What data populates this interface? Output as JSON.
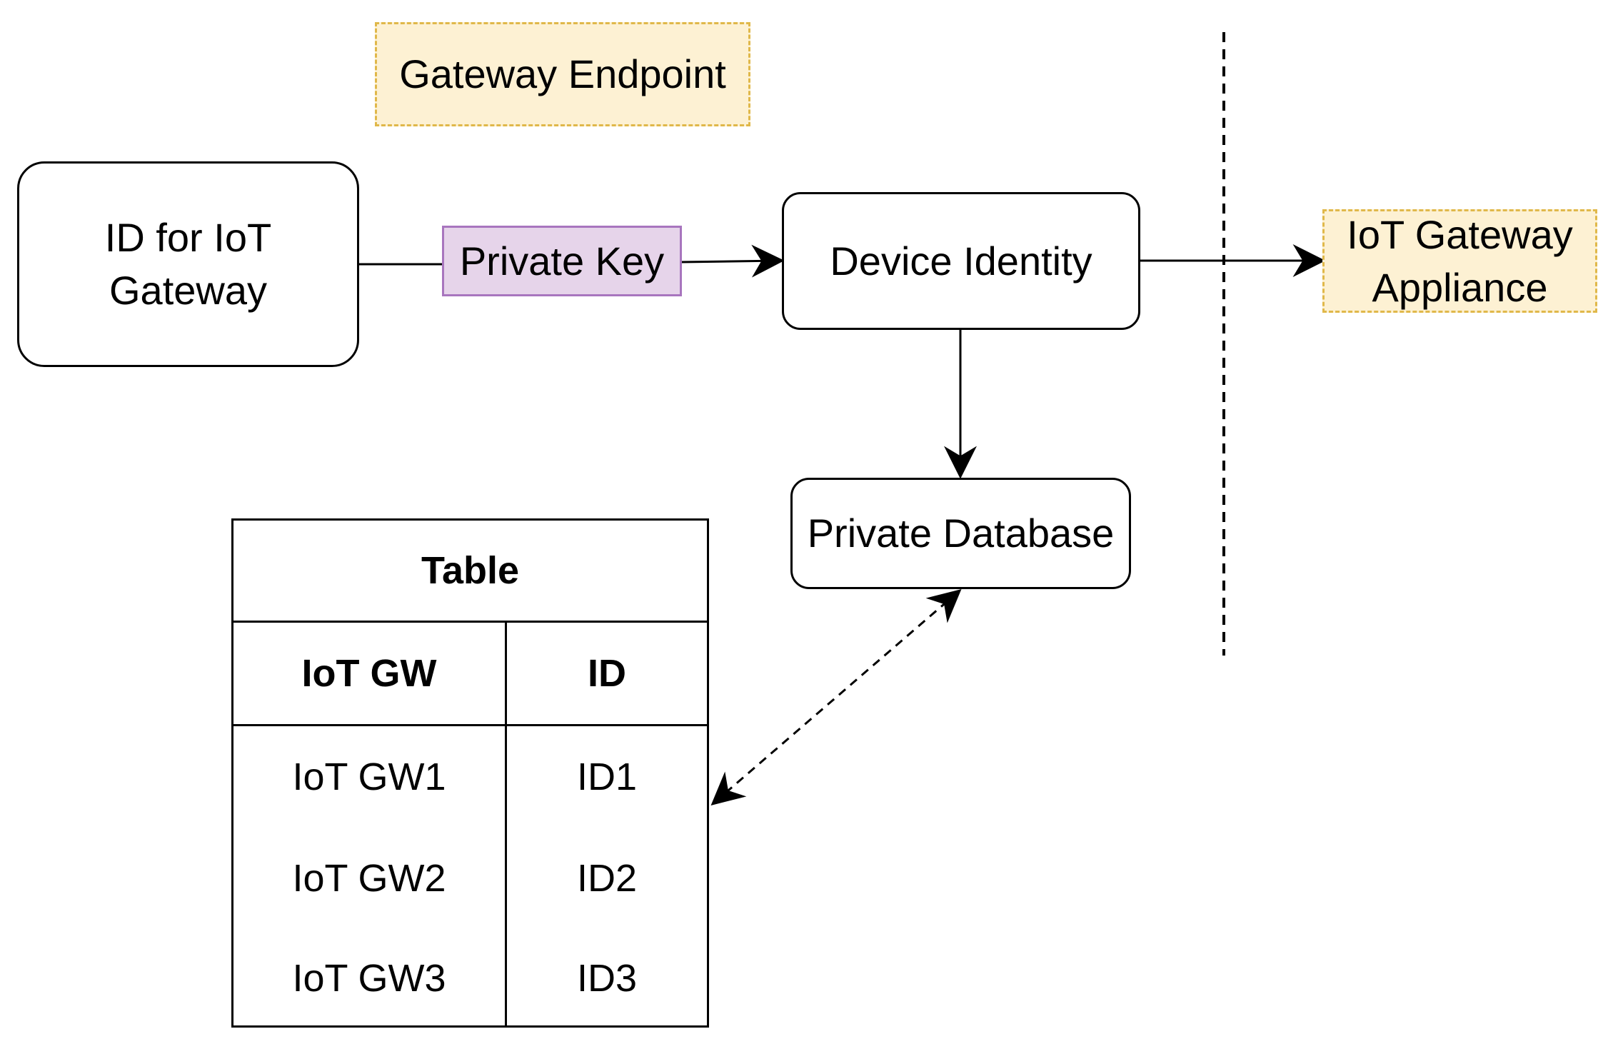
{
  "nodes": {
    "gateway_endpoint": "Gateway Endpoint",
    "id_for_iot_gateway": "ID for IoT Gateway",
    "private_key": "Private Key",
    "device_identity": "Device Identity",
    "iot_gateway_appliance": "IoT Gateway Appliance",
    "private_database": "Private Database"
  },
  "table": {
    "title": "Table",
    "headers": [
      "IoT GW",
      "ID"
    ],
    "rows": [
      [
        "IoT GW1",
        "ID1"
      ],
      [
        "IoT GW2",
        "ID2"
      ],
      [
        "IoT GW3",
        "ID3"
      ]
    ]
  },
  "colors": {
    "endpoint_fill": "#fdf1d3",
    "endpoint_border": "#e0b84a",
    "key_fill": "#e6d4ea",
    "key_border": "#a875be"
  }
}
